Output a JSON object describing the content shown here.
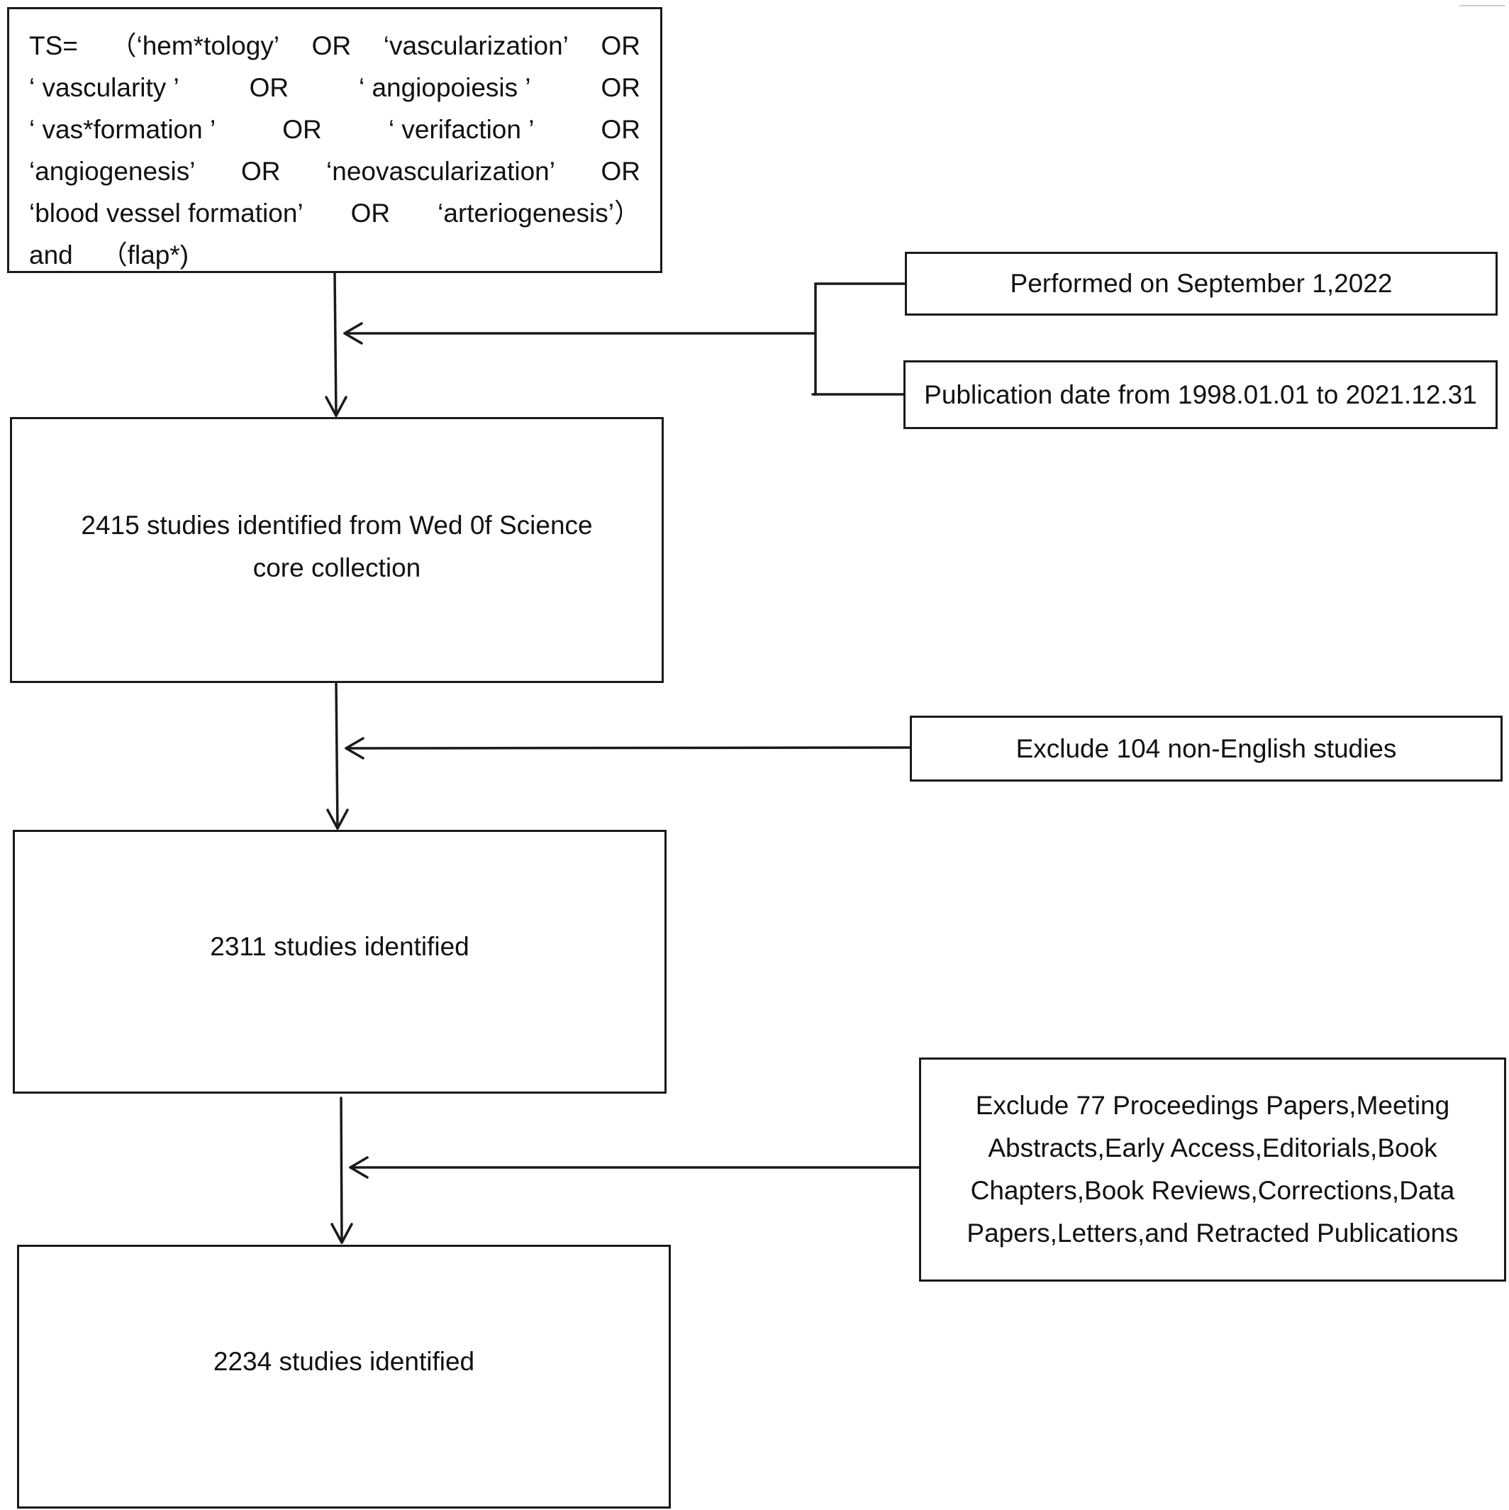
{
  "diagram": {
    "query": {
      "lines": [
        [
          "TS=",
          "（‘hem*tology’",
          "OR",
          "‘vascularization’",
          "OR"
        ],
        [
          "‘ vascularity ’",
          "OR",
          "‘ angiopoiesis ’",
          "OR"
        ],
        [
          "‘ vas*formation ’",
          "OR",
          "‘ verifaction ’",
          "OR"
        ],
        [
          "‘angiogenesis’",
          "OR",
          "‘neovascularization’",
          "OR"
        ],
        [
          "‘blood vessel formation’",
          "OR",
          "‘arteriogenesis’）"
        ],
        [
          "and",
          "（flap*)"
        ]
      ]
    },
    "main_boxes": {
      "identified_2415": "2415 studies identified from Wed 0f Science core collection",
      "identified_2311": "2311 studies identified",
      "identified_2234": "2234 studies identified"
    },
    "side_boxes": {
      "performed": "Performed on September 1,2022",
      "publication_date": "Publication date from 1998.01.01 to 2021.12.31",
      "exclude_104": "Exclude 104 non-English studies",
      "exclude_77": "Exclude 77 Proceedings Papers,Meeting Abstracts,Early Access,Editorials,Book Chapters,Book Reviews,Corrections,Data Papers,Letters,and Retracted Publications"
    },
    "colors": {
      "line": "#1a1a1a",
      "background": "#ffffff"
    }
  }
}
